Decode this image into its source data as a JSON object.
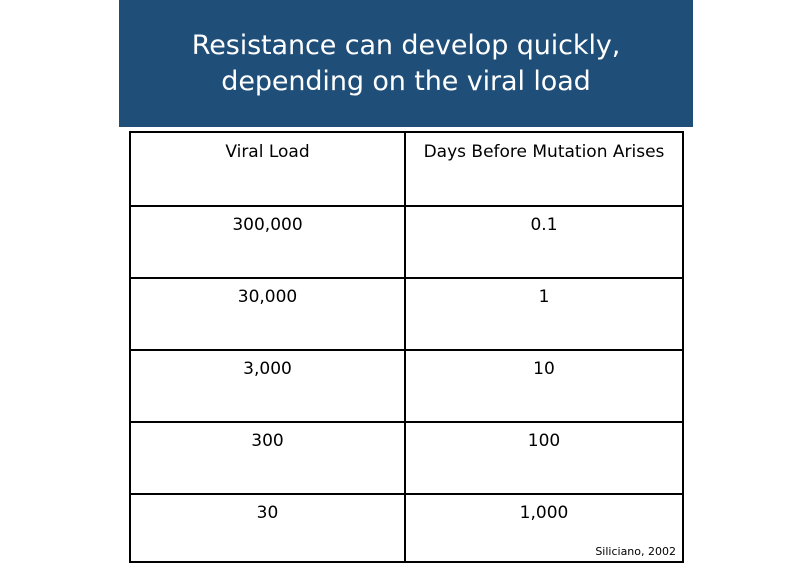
{
  "slide": {
    "title": "Resistance can develop quickly,\ndepending on the viral load",
    "banner_color": "#1F4E79",
    "background_color": "#FFFFFF",
    "text_color": "#FFFFFF"
  },
  "table": {
    "headers": [
      "Viral Load",
      "Days Before Mutation Arises"
    ],
    "rows": [
      {
        "viral_load": "300,000",
        "days": "0.1"
      },
      {
        "viral_load": "30,000",
        "days": "1"
      },
      {
        "viral_load": "3,000",
        "days": "10"
      },
      {
        "viral_load": "300",
        "days": "100"
      },
      {
        "viral_load": "30",
        "days": "1,000"
      }
    ],
    "border_color": "#000000"
  },
  "citation": "Siliciano, 2002"
}
